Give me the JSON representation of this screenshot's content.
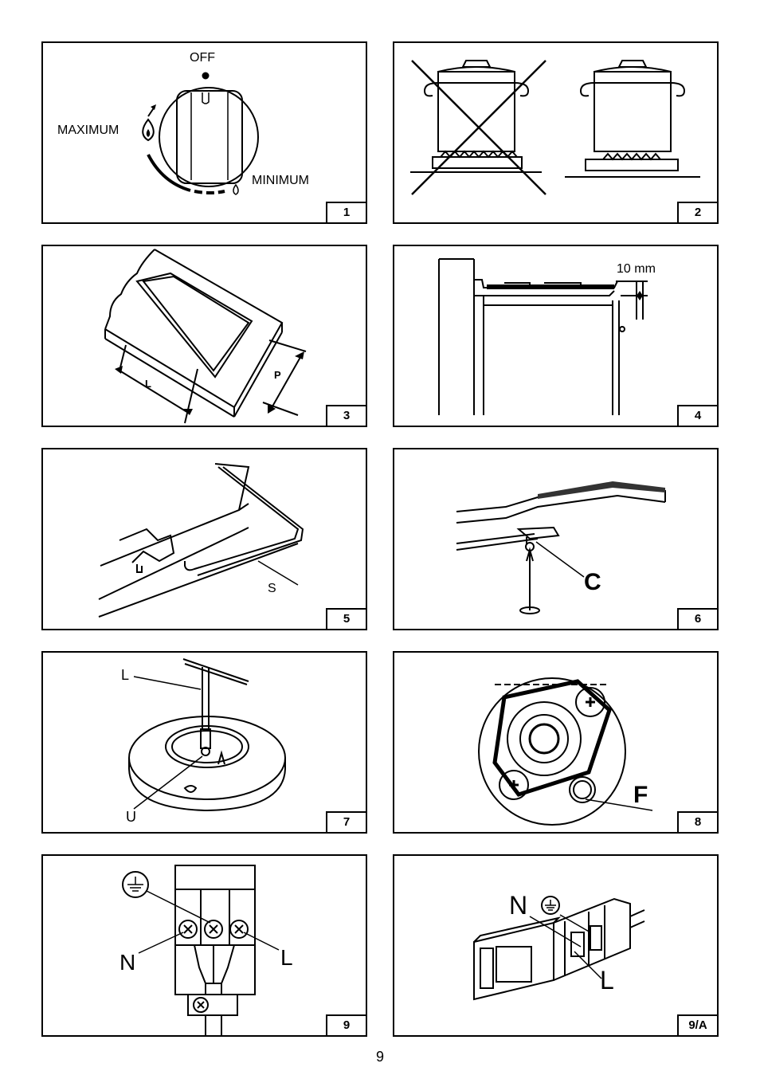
{
  "figures": [
    {
      "number": "1",
      "labels": {
        "off": "OFF",
        "maximum": "MAXIMUM",
        "minimum": "MINIMUM"
      }
    },
    {
      "number": "2"
    },
    {
      "number": "3",
      "labels": {
        "l": "L",
        "p": "P"
      }
    },
    {
      "number": "4",
      "labels": {
        "gap": "10 mm"
      }
    },
    {
      "number": "5",
      "labels": {
        "s": "S"
      }
    },
    {
      "number": "6",
      "labels": {
        "c": "C"
      }
    },
    {
      "number": "7",
      "labels": {
        "l": "L",
        "u": "U"
      }
    },
    {
      "number": "8",
      "labels": {
        "f": "F"
      }
    },
    {
      "number": "9",
      "labels": {
        "n": "N",
        "l": "L"
      }
    },
    {
      "number": "9/A",
      "labels": {
        "n": "N",
        "l": "L"
      }
    }
  ],
  "page_number": "9",
  "icons": [
    "ground-symbol-icon",
    "flame-large-icon",
    "flame-small-icon"
  ]
}
